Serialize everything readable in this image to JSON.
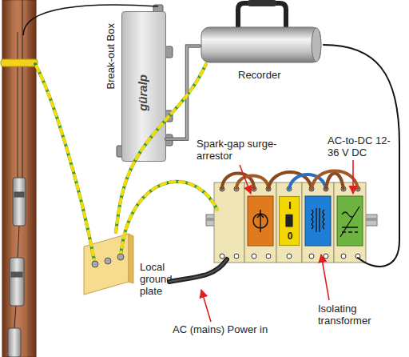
{
  "diagram": {
    "nodes": [
      {
        "text": [
          "Break-out Box",
          "güralp"
        ]
      },
      {
        "text": [
          "Recorder"
        ]
      },
      {
        "text": [
          "I",
          "0"
        ]
      },
      {
        "text": [
          "Local ground plate"
        ]
      }
    ],
    "edges": [
      {
        "from": 0,
        "to": 1,
        "arrow": "none"
      },
      {
        "from": 3,
        "to": 1,
        "arrow": "none"
      }
    ],
    "labels": [
      "Spark-gap surge-arrestor",
      "AC-to-DC 12-36 V DC",
      "AC (mains) Power in",
      "Isolating transformer"
    ]
  }
}
